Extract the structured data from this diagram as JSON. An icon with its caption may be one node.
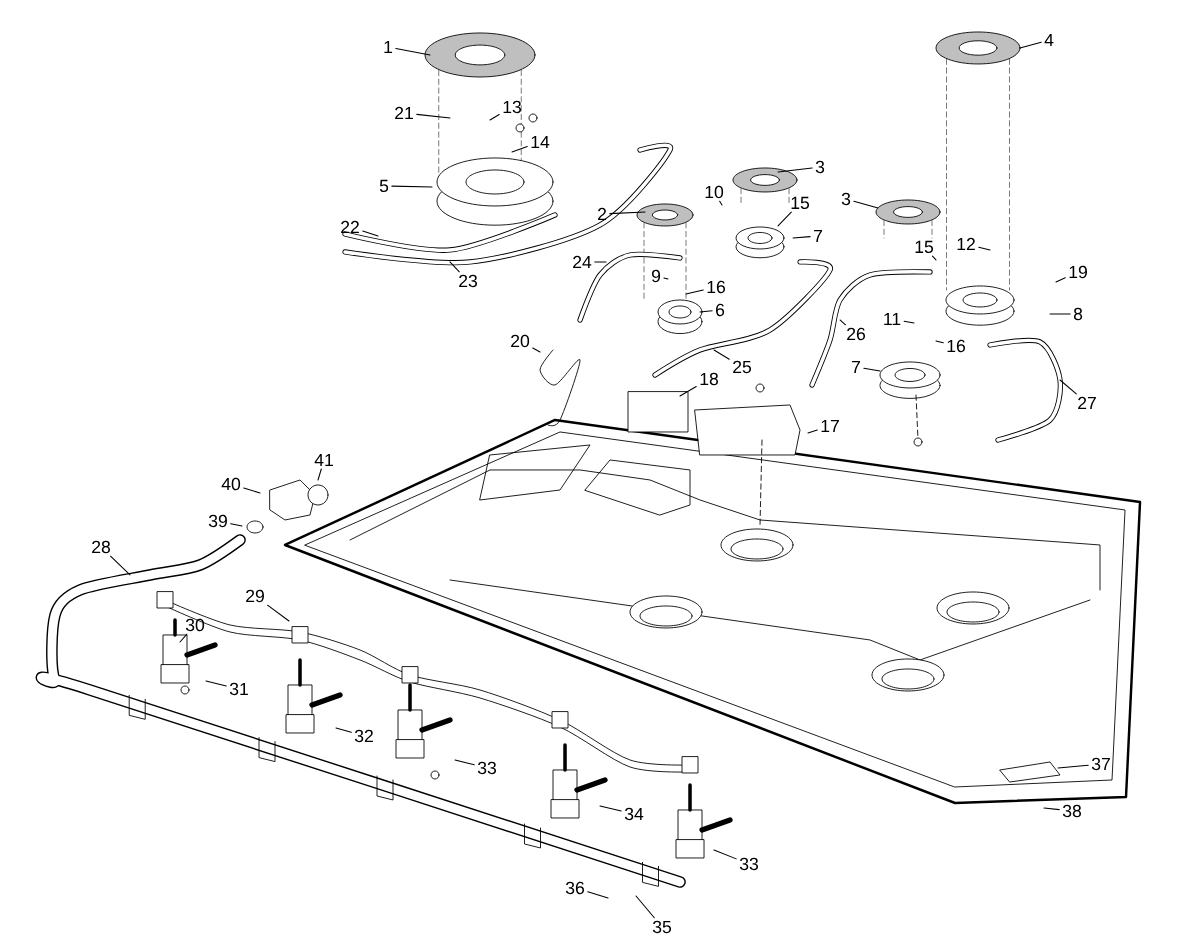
{
  "diagram": {
    "nodes": [
      {
        "text": [
          "1"
        ]
      },
      {
        "text": [
          "4"
        ]
      },
      {
        "text": [
          "13"
        ]
      },
      {
        "text": [
          "21"
        ]
      },
      {
        "text": [
          "14"
        ]
      },
      {
        "text": [
          "3"
        ]
      },
      {
        "text": [
          "5"
        ]
      },
      {
        "text": [
          "10"
        ]
      },
      {
        "text": [
          "15"
        ]
      },
      {
        "text": [
          "3"
        ]
      },
      {
        "text": [
          "2"
        ]
      },
      {
        "text": [
          "22"
        ]
      },
      {
        "text": [
          "7"
        ]
      },
      {
        "text": [
          "12"
        ]
      },
      {
        "text": [
          "15"
        ]
      },
      {
        "text": [
          "24"
        ]
      },
      {
        "text": [
          "19"
        ]
      },
      {
        "text": [
          "9"
        ]
      },
      {
        "text": [
          "23"
        ]
      },
      {
        "text": [
          "16"
        ]
      },
      {
        "text": [
          "6"
        ]
      },
      {
        "text": [
          "8"
        ]
      },
      {
        "text": [
          "11"
        ]
      },
      {
        "text": [
          "26"
        ]
      },
      {
        "text": [
          "20"
        ]
      },
      {
        "text": [
          "16"
        ]
      },
      {
        "text": [
          "25"
        ]
      },
      {
        "text": [
          "7"
        ]
      },
      {
        "text": [
          "18"
        ]
      },
      {
        "text": [
          "27"
        ]
      },
      {
        "text": [
          "17"
        ]
      },
      {
        "text": [
          "41"
        ]
      },
      {
        "text": [
          "40"
        ]
      },
      {
        "text": [
          "39"
        ]
      },
      {
        "text": [
          "28"
        ]
      },
      {
        "text": [
          "29"
        ]
      },
      {
        "text": [
          "30"
        ]
      },
      {
        "text": [
          "31"
        ]
      },
      {
        "text": [
          "32"
        ]
      },
      {
        "text": [
          "37"
        ]
      },
      {
        "text": [
          "33"
        ]
      },
      {
        "text": [
          "38"
        ]
      },
      {
        "text": [
          "34"
        ]
      },
      {
        "text": [
          "33"
        ]
      },
      {
        "text": [
          "36"
        ]
      },
      {
        "text": [
          "35"
        ]
      }
    ],
    "edges": [
      {
        "from": 0,
        "to": null,
        "arrow": "none"
      },
      {
        "from": 1,
        "to": null,
        "arrow": "none"
      },
      {
        "from": 2,
        "to": null,
        "arrow": "none"
      },
      {
        "from": 3,
        "to": null,
        "arrow": "none"
      },
      {
        "from": 4,
        "to": null,
        "arrow": "none"
      },
      {
        "from": 5,
        "to": null,
        "arrow": "none"
      },
      {
        "from": 6,
        "to": null,
        "arrow": "none"
      },
      {
        "from": 7,
        "to": null,
        "arrow": "none"
      },
      {
        "from": 8,
        "to": null,
        "arrow": "none"
      },
      {
        "from": 9,
        "to": null,
        "arrow": "none"
      },
      {
        "from": 10,
        "to": null,
        "arrow": "none"
      },
      {
        "from": 11,
        "to": null,
        "arrow": "none"
      },
      {
        "from": 12,
        "to": null,
        "arrow": "none"
      },
      {
        "from": 13,
        "to": null,
        "arrow": "none"
      },
      {
        "from": 14,
        "to": null,
        "arrow": "none"
      },
      {
        "from": 15,
        "to": null,
        "arrow": "none"
      },
      {
        "from": 16,
        "to": null,
        "arrow": "none"
      },
      {
        "from": 17,
        "to": null,
        "arrow": "none"
      },
      {
        "from": 18,
        "to": null,
        "arrow": "none"
      },
      {
        "from": 19,
        "to": null,
        "arrow": "none"
      },
      {
        "from": 20,
        "to": null,
        "arrow": "none"
      },
      {
        "from": 21,
        "to": null,
        "arrow": "none"
      },
      {
        "from": 22,
        "to": null,
        "arrow": "none"
      },
      {
        "from": 23,
        "to": null,
        "arrow": "none"
      },
      {
        "from": 24,
        "to": null,
        "arrow": "none"
      },
      {
        "from": 25,
        "to": null,
        "arrow": "none"
      },
      {
        "from": 26,
        "to": null,
        "arrow": "none"
      },
      {
        "from": 27,
        "to": null,
        "arrow": "none"
      },
      {
        "from": 28,
        "to": null,
        "arrow": "none"
      },
      {
        "from": 29,
        "to": null,
        "arrow": "none"
      },
      {
        "from": 30,
        "to": null,
        "arrow": "none"
      },
      {
        "from": 31,
        "to": null,
        "arrow": "none"
      },
      {
        "from": 32,
        "to": null,
        "arrow": "none"
      },
      {
        "from": 33,
        "to": null,
        "arrow": "none"
      },
      {
        "from": 34,
        "to": null,
        "arrow": "none"
      },
      {
        "from": 35,
        "to": null,
        "arrow": "none"
      },
      {
        "from": 36,
        "to": null,
        "arrow": "none"
      },
      {
        "from": 37,
        "to": null,
        "arrow": "none"
      },
      {
        "from": 38,
        "to": null,
        "arrow": "none"
      },
      {
        "from": 39,
        "to": null,
        "arrow": "none"
      },
      {
        "from": 40,
        "to": null,
        "arrow": "none"
      },
      {
        "from": 41,
        "to": null,
        "arrow": "none"
      },
      {
        "from": 42,
        "to": null,
        "arrow": "none"
      },
      {
        "from": 43,
        "to": null,
        "arrow": "none"
      },
      {
        "from": 44,
        "to": null,
        "arrow": "none"
      },
      {
        "from": 45,
        "to": null,
        "arrow": "none"
      }
    ]
  }
}
